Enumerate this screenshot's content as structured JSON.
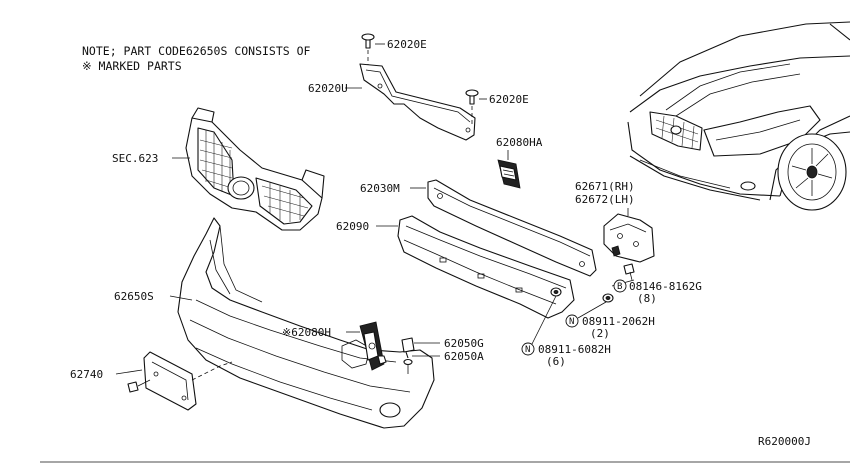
{
  "note": {
    "line1": "NOTE; PART CODE62650S CONSISTS OF",
    "line2": "※ MARKED PARTS"
  },
  "labels": {
    "p62020E_top": "62020E",
    "p62020U": "62020U",
    "p62020E_mid": "62020E",
    "p62080HA": "62080HA",
    "sec623": "SEC.623",
    "p62030M": "62030M",
    "p62090": "62090",
    "p62671": "62671(RH)",
    "p62672": "62672(LH)",
    "p08146": "08146-8162G",
    "p08146_qty": "(8)",
    "p08911_2062": "08911-2062H",
    "p08911_2062_qty": "(2)",
    "p08911_6082": "08911-6082H",
    "p08911_6082_qty": "(6)",
    "p62650S": "62650S",
    "p62080H": "※62080H",
    "p62050G": "62050G",
    "p62050A": "62050A",
    "p62740": "62740",
    "ref_code": "R620000J"
  },
  "symbols": {
    "bolt_b": "B",
    "nut_n": "N"
  }
}
